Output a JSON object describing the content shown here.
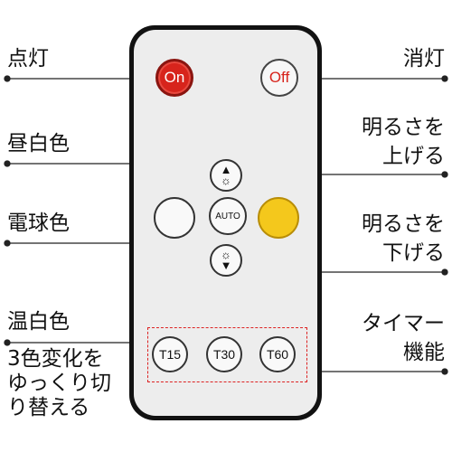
{
  "labels": {
    "on_light": "点灯",
    "off_light": "消灯",
    "daylight_white": "昼白色",
    "bulb_color": "電球色",
    "warm_white": "温白色",
    "color_change": "3色変化を\nゆっくり切\nり替える",
    "brighten": "明るさを\n上げる",
    "dim": "明るさを\n下げる",
    "timer_function": "タイマー\n機能"
  },
  "buttons": {
    "on": "On",
    "off": "Off",
    "auto": "AUTO",
    "up_arrow": "▲",
    "down_arrow": "▼",
    "sun": "☼",
    "t15": "T15",
    "t30": "T30",
    "t60": "T60"
  },
  "colors": {
    "on_button": "#d7241c",
    "warm_button": "#f4c81c",
    "timer_outline": "#dd2222",
    "remote_body": "#121212"
  }
}
